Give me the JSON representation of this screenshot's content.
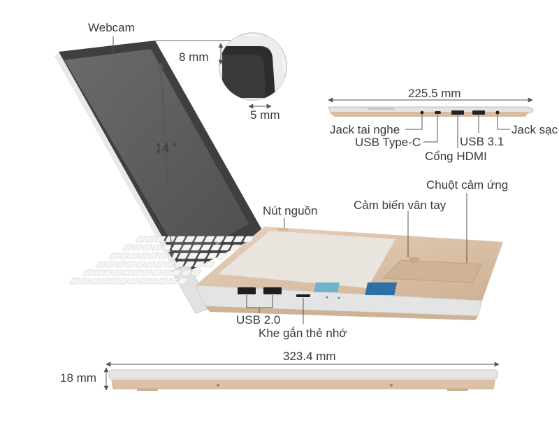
{
  "labels": {
    "webcam": "Webcam",
    "bezel_top": "8 mm",
    "bezel_side": "5 mm",
    "screen_size": "14 ″",
    "side_width": "225.5 mm",
    "jack_tai_nghe": "Jack tai nghe",
    "usb_type_c": "USB Type-C",
    "cong_hdmi": "Cổng HDMI",
    "usb_31": "USB 3.1",
    "jack_sac": "Jack sạc",
    "chuot_cam_ung": "Chuột cảm ứng",
    "cam_bien_van_tay": "Cảm biến vân tay",
    "nut_nguon": "Nút nguồn",
    "usb_20": "USB 2.0",
    "khe_gan_the_nho": "Khe gắn thẻ nhớ",
    "front_width": "323.4 mm",
    "thickness": "18 mm"
  },
  "colors": {
    "body_gold": "#d9bfa6",
    "body_silver": "#e6e6e6",
    "screen": "#5f5f5f",
    "bezel": "#3c3c3c",
    "keys": "#f1f1f1",
    "line": "#555555"
  }
}
